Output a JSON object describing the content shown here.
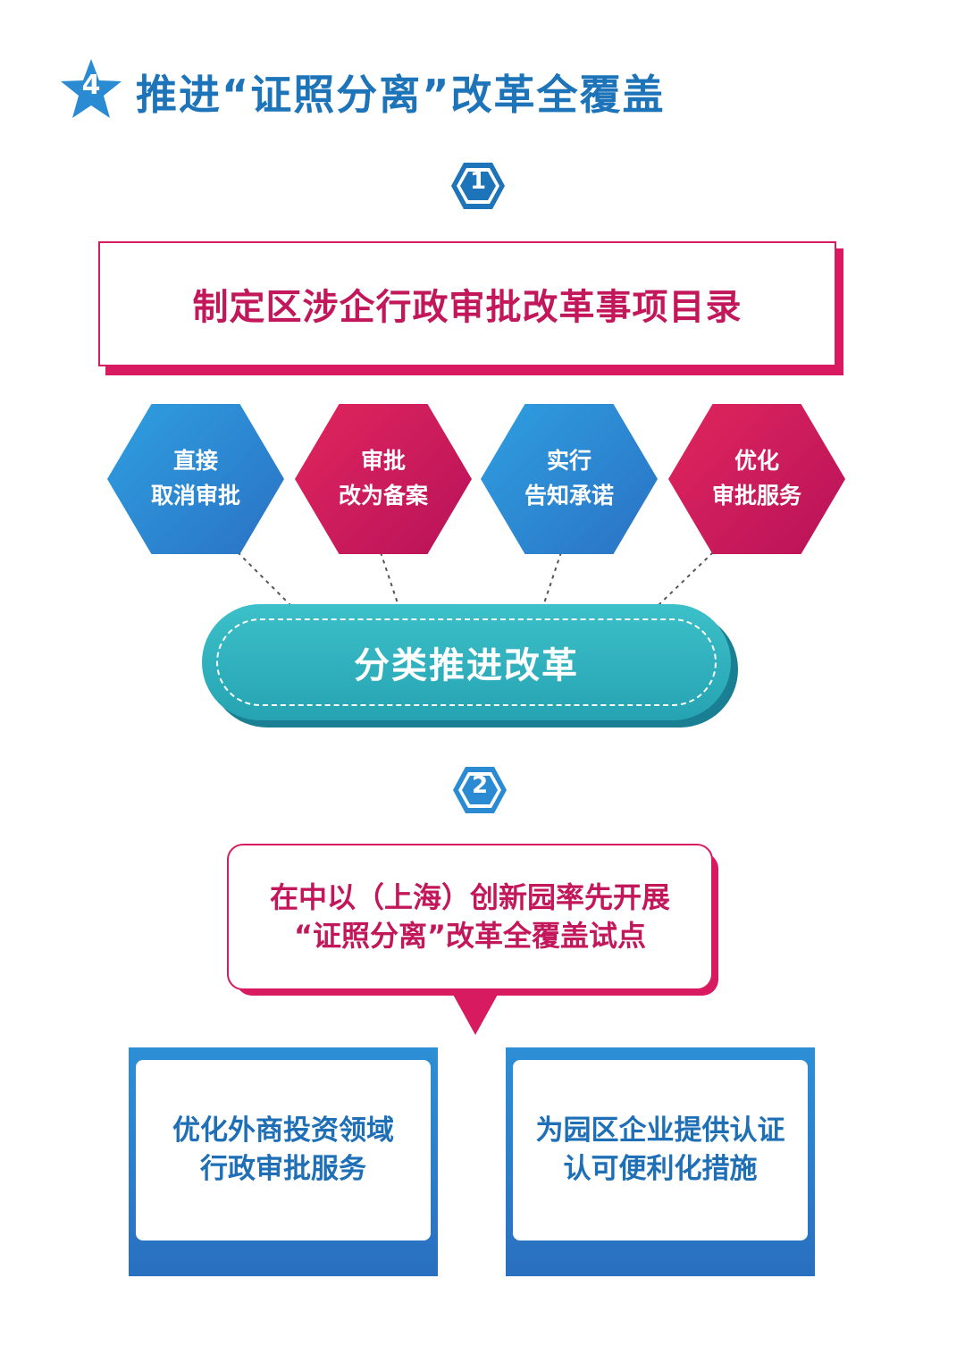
{
  "header": {
    "number": "4",
    "title": "推进“证照分离”改革全覆盖"
  },
  "steps": [
    "1",
    "2"
  ],
  "banner": {
    "text": "制定区涉企行政审批改革事项目录"
  },
  "hexagons": [
    {
      "line1": "直接",
      "line2": "取消审批",
      "color": "blue"
    },
    {
      "line1": "审批",
      "line2": "改为备案",
      "color": "red"
    },
    {
      "line1": "实行",
      "line2": "告知承诺",
      "color": "blue"
    },
    {
      "line1": "优化",
      "line2": "审批服务",
      "color": "red"
    }
  ],
  "pill": {
    "text": "分类推进改革"
  },
  "callout": {
    "line1": "在中以（上海）创新园率先开展",
    "line2": "“证照分离”改革全覆盖试点"
  },
  "boxes": [
    {
      "line1": "优化外商投资领域",
      "line2": "行政审批服务"
    },
    {
      "line1": "为园区企业提供认证",
      "line2": "认可便利化措施"
    }
  ],
  "colors": {
    "blue": "#1e74b8",
    "magenta": "#c2185b",
    "teal": "#2fb3bf"
  }
}
